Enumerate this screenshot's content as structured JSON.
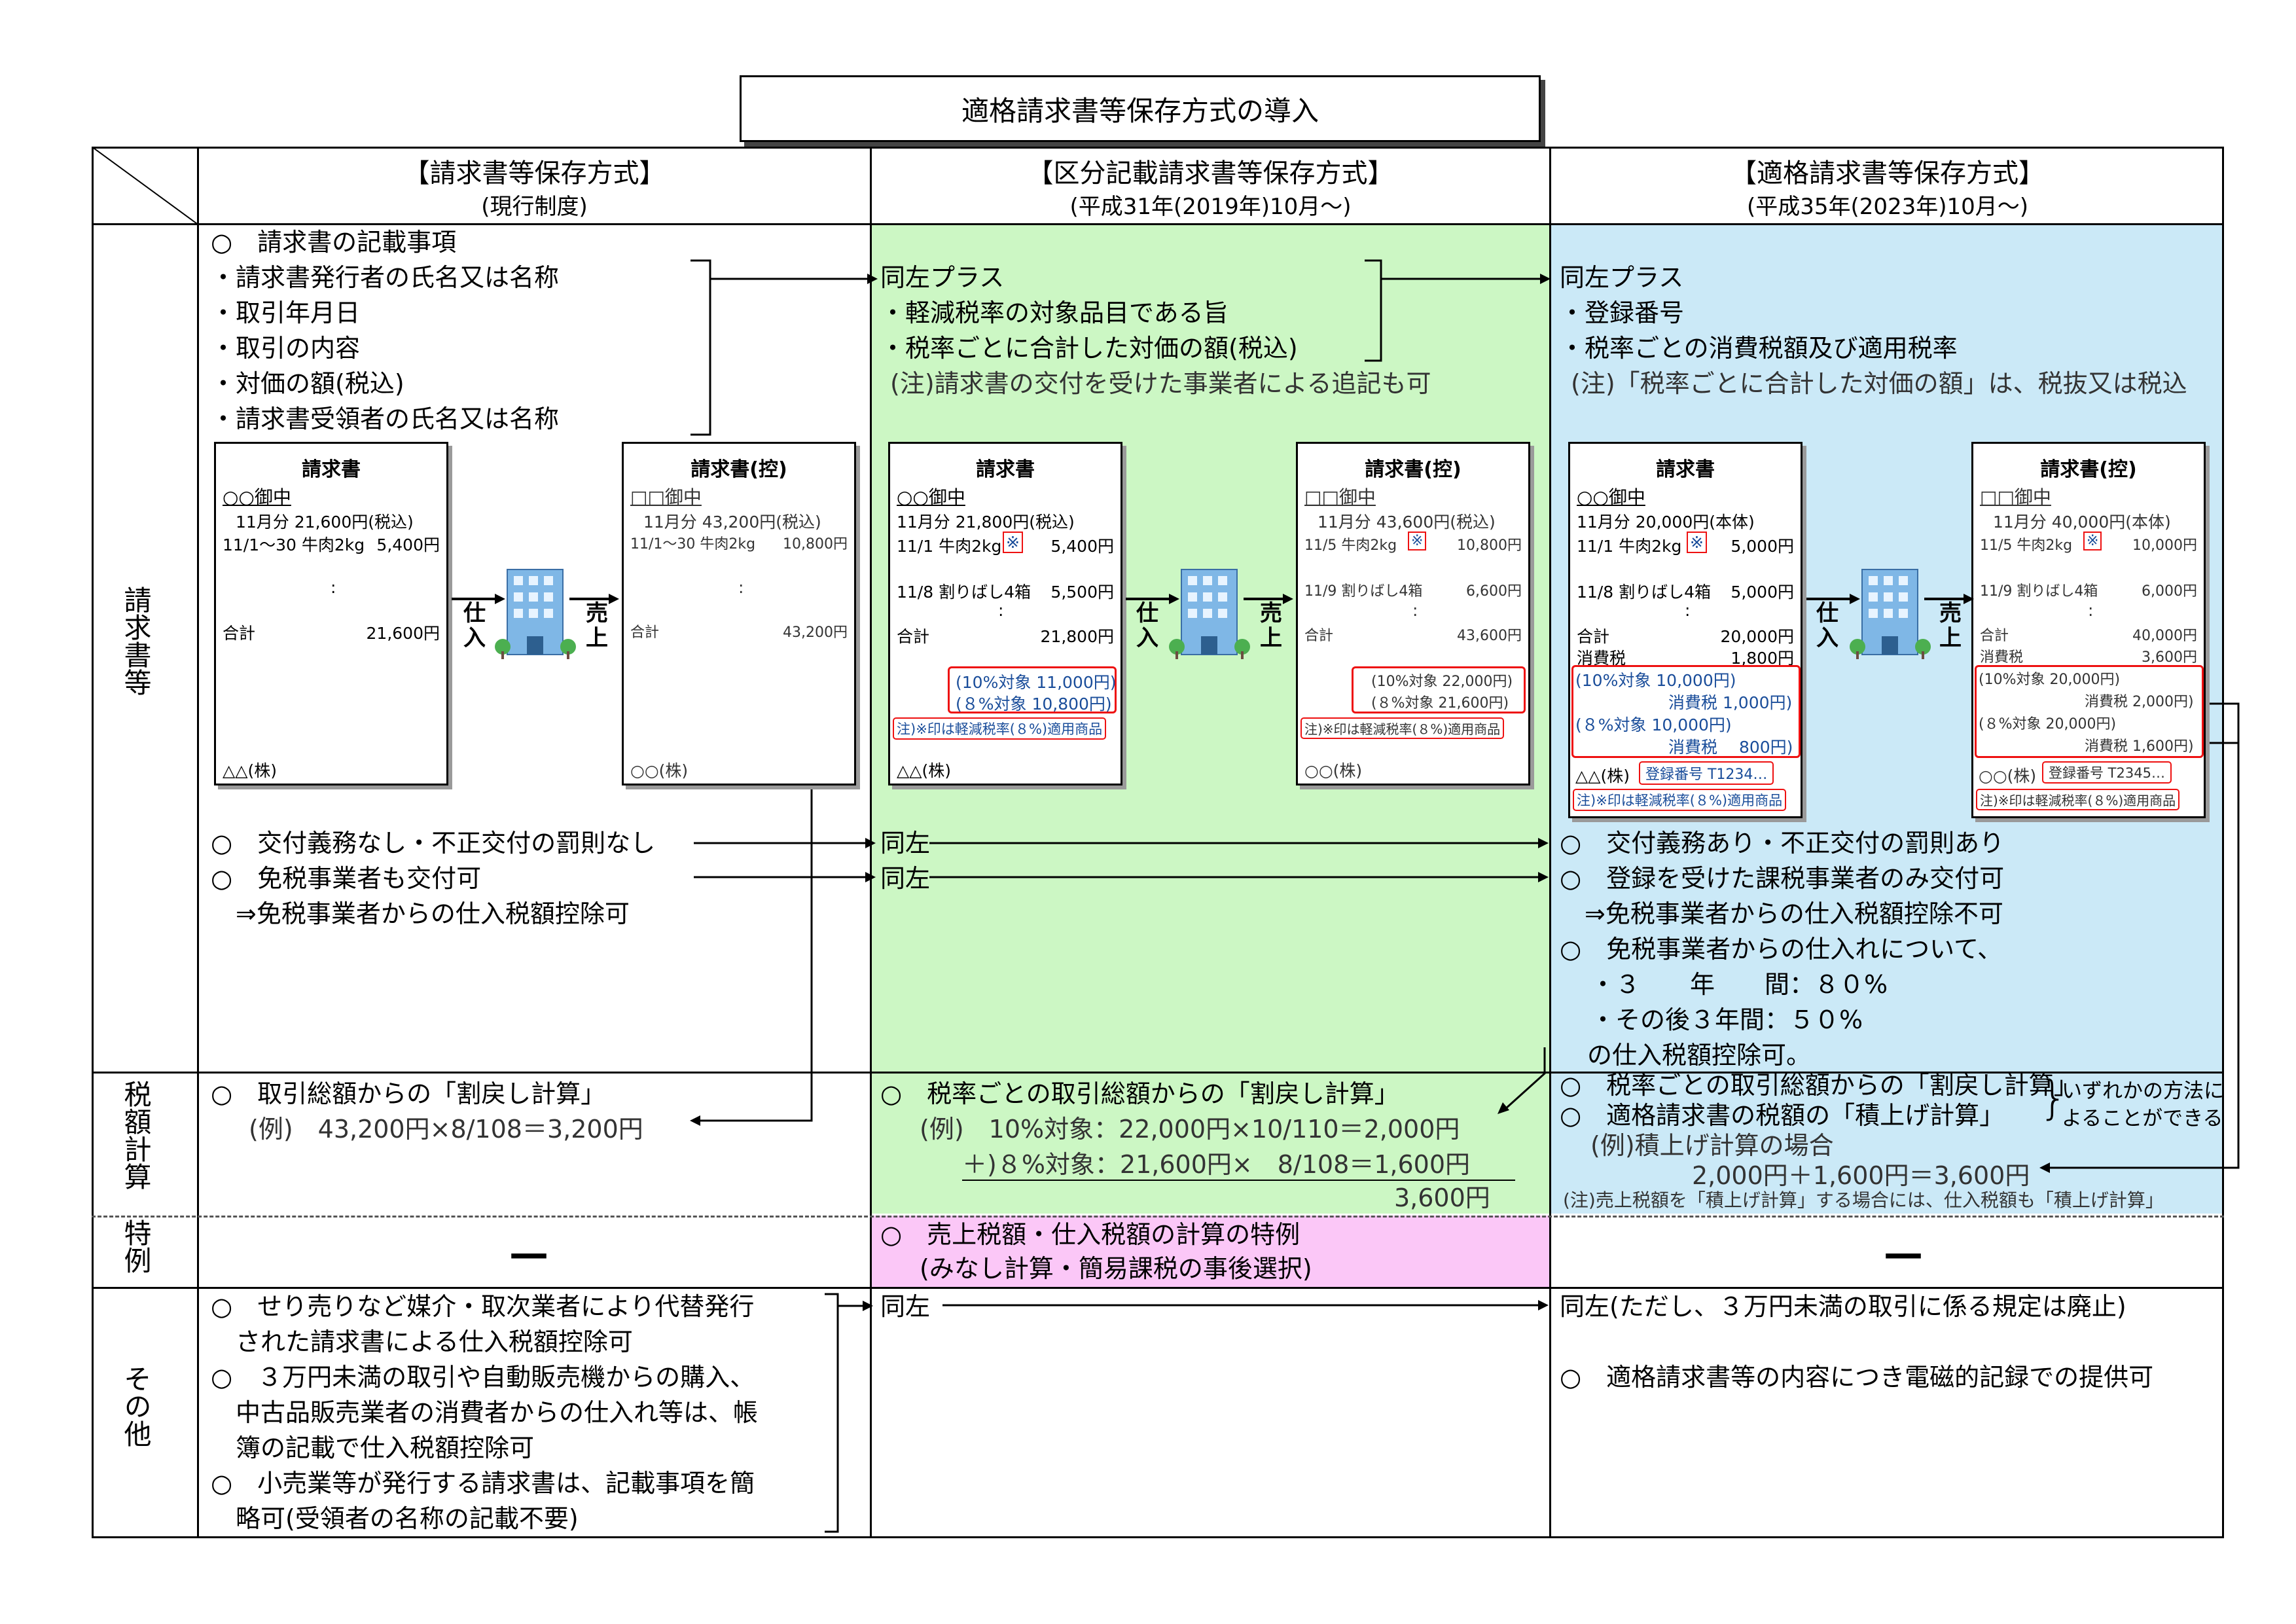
{
  "title": "適格請求書等保存方式の導入",
  "columns": [
    {
      "title": "【請求書等保存方式】",
      "sub": "(現行制度)"
    },
    {
      "title": "【区分記載請求書等保存方式】",
      "sub": "(平成31年(2019年)10月～)"
    },
    {
      "title": "【適格請求書等保存方式】",
      "sub": "(平成35年(2023年)10月～)"
    }
  ],
  "row_labels": {
    "invoice": "請求書等",
    "tax": "税額計算",
    "special": "特例",
    "other": "その他"
  },
  "col1": {
    "items_title": "○　請求書の記載事項",
    "items": [
      "・請求書発行者の氏名又は名称",
      "・取引年月日",
      "・取引の内容",
      "・対価の額(税込)",
      "・請求書受領者の氏名又は名称"
    ],
    "obligation": [
      "○　交付義務なし・不正交付の罰則なし",
      "○　免税事業者も交付可",
      "　⇒免税事業者からの仕入税額控除可"
    ],
    "tax": [
      "○　取引総額からの「割戻し計算」",
      "(例)　43,200円×8/108＝3,200円"
    ],
    "special": "—",
    "other": [
      "○　せり売りなど媒介・取次業者により代替発行",
      "　された請求書による仕入税額控除可",
      "○　３万円未満の取引や自動販売機からの購入、",
      "　中古品販売業者の消費者からの仕入れ等は、帳",
      "　簿の記載で仕入税額控除可",
      "○　小売業等が発行する請求書は、記載事項を簡",
      "　略可(受領者の名称の記載不要)"
    ]
  },
  "col2": {
    "items": [
      "同左プラス",
      "・軽減税率の対象品目である旨",
      "・税率ごとに合計した対価の額(税込)",
      "(注)請求書の交付を受けた事業者による追記も可"
    ],
    "obligation": [
      "同左",
      "同左"
    ],
    "tax": [
      "○　税率ごとの取引総額からの「割戻し計算」",
      "(例)　10%対象：22,000円×10/110＝2,000円",
      "＋)８%対象：21,600円×　8/108＝1,600円",
      "3,600円"
    ],
    "special": [
      "○　売上税額・仕入税額の計算の特例",
      "(みなし計算・簡易課税の事後選択)"
    ],
    "other": "同左"
  },
  "col3": {
    "items": [
      "同左プラス",
      "・登録番号",
      "・税率ごとの消費税額及び適用税率",
      "(注)「税率ごとに合計した対価の額」は、税抜又は税込"
    ],
    "obligation": [
      "○　交付義務あり・不正交付の罰則あり",
      "○　登録を受けた課税事業者のみ交付可",
      "　⇒免税事業者からの仕入税額控除不可",
      "○　免税事業者からの仕入れについて、",
      "・３　　年　　間：８０%",
      "・その後３年間：５０%",
      "の仕入税額控除可。"
    ],
    "tax": [
      "○　税率ごとの取引総額からの「割戻し計算」",
      "○　適格請求書の税額の「積上げ計算」",
      "いずれかの方法に",
      "よることができる",
      "(例)積上げ計算の場合",
      "2,000円＋1,600円＝3,600円",
      "(注)売上税額を「積上げ計算」する場合には、仕入税額も「積上げ計算」"
    ],
    "special": "—",
    "other": [
      "同左(ただし、３万円未満の取引に係る規定は廃止)",
      "○　適格請求書等の内容につき電磁的記録での提供可"
    ]
  },
  "arrows": {
    "buy": "仕入",
    "sell": "売上"
  },
  "docs": {
    "d1": {
      "title": "請求書",
      "to": "○○御中",
      "l1": "11月分 21,600円(税込)",
      "l2a": "11/1～30 牛肉2kg",
      "l2b": "5,400円",
      "dots": ":",
      "total": "合計",
      "total_v": "21,600円",
      "from": "△△(株)"
    },
    "d2": {
      "title": "請求書(控)",
      "to": "□□御中",
      "l1": "11月分 43,200円(税込)",
      "l2a": "11/1～30 牛肉2kg",
      "l2b": "10,800円",
      "dots": ":",
      "total": "合計",
      "total_v": "43,200円",
      "from": "○○(株)"
    },
    "d3": {
      "title": "請求書",
      "to": "○○御中",
      "l1": "11月分 21,800円(税込)",
      "l2a": "11/1 牛肉2kg",
      "mark": "※",
      "l2b": "5,400円",
      "l3a": "11/8 割りばし4箱",
      "l3b": "5,500円",
      "dots": ":",
      "total": "合計",
      "total_v": "21,800円",
      "r1": "(10%対象 11,000円)",
      "r2": "(８%対象 10,800円)",
      "note": "注)※印は軽減税率(８%)適用商品",
      "from": "△△(株)"
    },
    "d4": {
      "title": "請求書(控)",
      "to": "□□御中",
      "l1": "11月分 43,600円(税込)",
      "l2a": "11/5 牛肉2kg",
      "mark": "※",
      "l2b": "10,800円",
      "l3a": "11/9 割りばし4箱",
      "l3b": "6,600円",
      "dots": ":",
      "total": "合計",
      "total_v": "43,600円",
      "r1": "(10%対象 22,000円)",
      "r2": "(８%対象 21,600円)",
      "note": "注)※印は軽減税率(８%)適用商品",
      "from": "○○(株)"
    },
    "d5": {
      "title": "請求書",
      "to": "○○御中",
      "l1": "11月分 20,000円(本体)",
      "l2a": "11/1 牛肉2kg",
      "mark": "※",
      "l2b": "5,000円",
      "l3a": "11/8 割りばし4箱",
      "l3b": "5,000円",
      "dots": ":",
      "total": "合計",
      "total_v": "20,000円",
      "ctax": "消費税",
      "ctax_v": "1,800円",
      "r1": "(10%対象 10,000円)",
      "r1b": "消費税 1,000円)",
      "r2": "(８%対象 10,000円)",
      "r2b": "消費税　 800円)",
      "reg": "登録番号 T1234…",
      "note": "注)※印は軽減税率(８%)適用商品",
      "from": "△△(株)"
    },
    "d6": {
      "title": "請求書(控)",
      "to": "□□御中",
      "l1": "11月分 40,000円(本体)",
      "l2a": "11/5 牛肉2kg",
      "mark": "※",
      "l2b": "10,000円",
      "l3a": "11/9 割りばし4箱",
      "l3b": "6,000円",
      "dots": ":",
      "total": "合計",
      "total_v": "40,000円",
      "ctax": "消費税",
      "ctax_v": "3,600円",
      "r1": "(10%対象 20,000円)",
      "r1b": "消費税 2,000円)",
      "r2": "(８%対象 20,000円)",
      "r2b": "消費税 1,600円)",
      "reg": "登録番号 T2345…",
      "note": "注)※印は軽減税率(８%)適用商品",
      "from": "○○(株)"
    }
  }
}
